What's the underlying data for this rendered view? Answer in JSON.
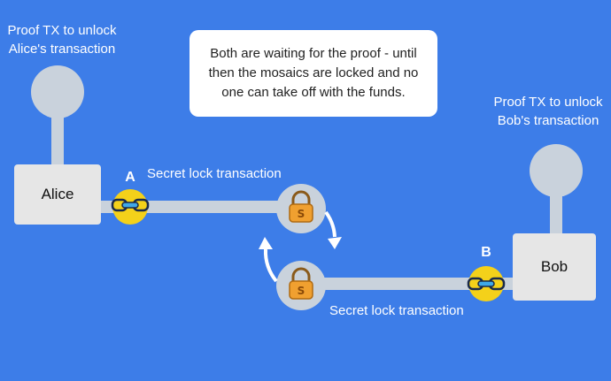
{
  "alice_proof_label": {
    "line1": "Proof  TX to unlock",
    "line2": "Alice's transaction"
  },
  "bob_proof_label": {
    "line1": "Proof TX to unlock",
    "line2": "Bob's transaction"
  },
  "callout": {
    "line1": "Both are waiting for the proof - until",
    "line2": "then the mosaics are locked and no",
    "line3": "one can take off with the funds."
  },
  "alice_label": "Alice",
  "bob_label": "Bob",
  "lock_a_letter": "A",
  "lock_b_letter": "B",
  "secret_lock_top": "Secret lock transaction",
  "secret_lock_bottom": "Secret lock transaction",
  "colors": {
    "background": "#3d7de8",
    "node_gray": "#c9d2dc",
    "chain_yellow": "#f4d11a",
    "padlock_orange": "#f0a030"
  }
}
